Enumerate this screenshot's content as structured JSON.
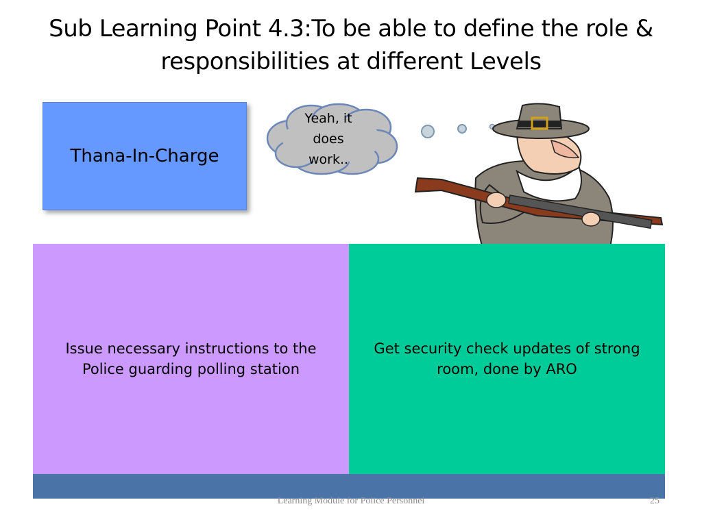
{
  "slide": {
    "title_line1": "Sub Learning Point 4.3:To be able to define the role &",
    "title_line2": "responsibilities at different Levels",
    "role_label": "Thana-In-Charge",
    "cloud": {
      "line1": "Yeah, it",
      "line2": "does",
      "line3": "work.."
    },
    "panels": {
      "left_line1": "Issue necessary instructions to the",
      "left_line2": "Police guarding polling station",
      "right_line1": "Get security check updates  of strong",
      "right_line2": "room, done by ARO"
    },
    "footer": {
      "text": "Learning Module for Police Personnel",
      "page_number": "25"
    }
  },
  "colors": {
    "role_box": "#6699ff",
    "left_panel": "#cc99ff",
    "right_panel": "#00cc99",
    "footer_bar": "#4a73a8",
    "cloud": "#c0c0c0"
  },
  "illustration": {
    "icon": "pilgrim-with-rifle-icon"
  }
}
